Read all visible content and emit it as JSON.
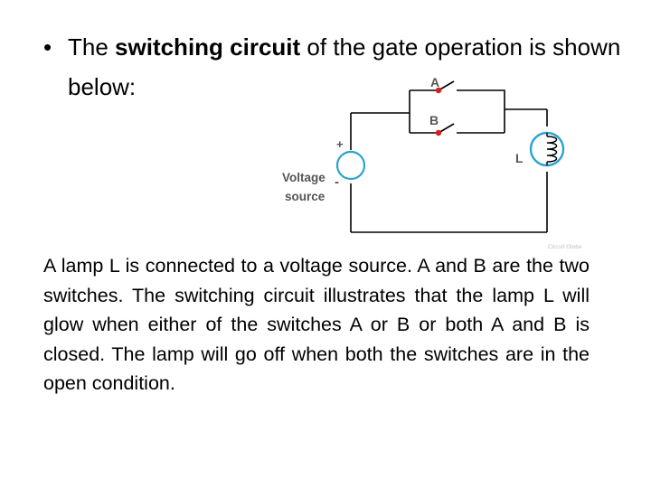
{
  "bullet": {
    "symbol": "•",
    "text_before": "The ",
    "text_bold": "switching circuit",
    "text_after": " of the gate operation is shown below:"
  },
  "diagram": {
    "switch_a_label": "A",
    "switch_b_label": "B",
    "lamp_label": "L",
    "plus_sign": "+",
    "minus_sign": "-",
    "source_label_line1": "Voltage",
    "source_label_line2": "source",
    "watermark": "Circuit Globe",
    "colors": {
      "wire": "#000000",
      "contact": "#d42020",
      "label": "#555555",
      "source_ring": "#2aa3cc"
    }
  },
  "paragraph": "A lamp L is connected to a voltage source. A and B are the two switches. The switching circuit illustrates that the lamp L will glow when either of the switches A or B or both A and B is closed. The lamp will go off when both the switches are in the open condition."
}
